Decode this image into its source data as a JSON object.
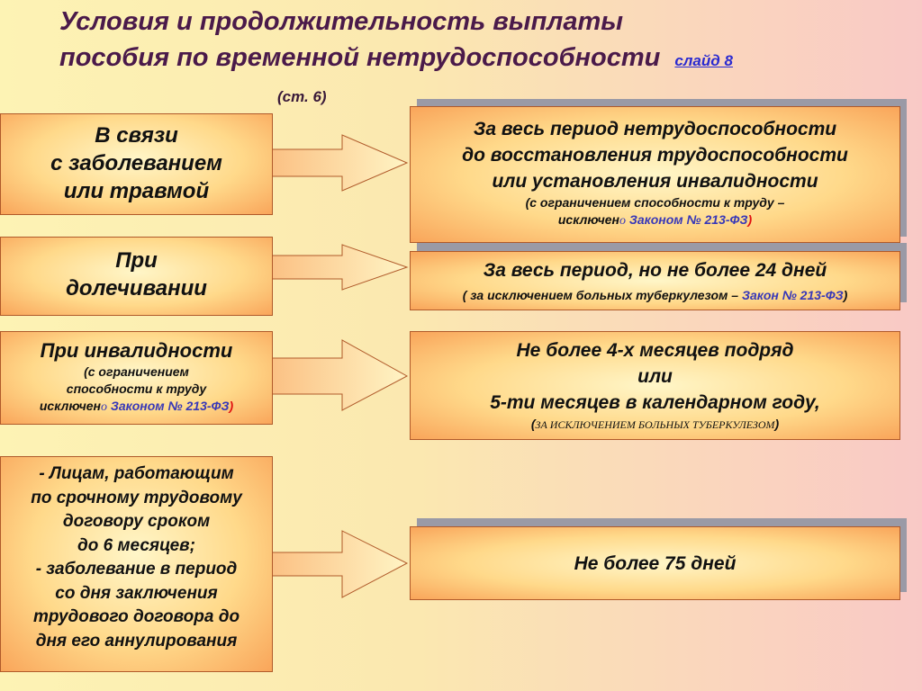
{
  "title": {
    "line1": "Условия и продолжительность  выплаты",
    "line2": "пособия по временной  нетрудоспособности",
    "slide_link": "слайд  8"
  },
  "article": "(ст. 6)",
  "rows": [
    {
      "left": [
        "В связи",
        "с заболеванием",
        "или травмой"
      ],
      "right": {
        "lines": [
          "За весь период нетрудоспособности",
          "до  восстановления трудоспособности",
          "или установления инвалидности"
        ],
        "note1": "(с ограничением  способности к труду –",
        "note2_a": "исключен",
        "note2_o": "о",
        "note2_law": " Законом № 213-ФЗ",
        "note2_close": ")"
      }
    },
    {
      "left": [
        "При",
        "долечивании"
      ],
      "right": {
        "line": "За весь период, но не более 24  дней",
        "note_a": "( за исключением  больных туберкулезом – ",
        "note_law": "Закон № 213-ФЗ",
        "note_close": ")"
      }
    },
    {
      "left": {
        "line": "При инвалидности",
        "note1": "(с ограничением",
        "note2": "способности к труду",
        "note3_a": "исключен",
        "note3_o": "о",
        "note3_law": "   Законом № 213-ФЗ",
        "note3_close": ")"
      },
      "right": {
        "lines": [
          "Не  более 4-х месяцев подряд",
          "или",
          "5-ти месяцев в  календарном году,"
        ],
        "note_open": "(",
        "note_caps": "за исключением  больных туберкулезом",
        "note_close": ")"
      }
    },
    {
      "left": [
        "- Лицам, работающим",
        "по срочному трудовому",
        "договору сроком",
        "до 6 месяцев;",
        "- заболевание в период",
        "со дня заключения",
        "трудового договора до",
        "дня его аннулирования"
      ],
      "right": {
        "line": "Не более 75  дней"
      }
    }
  ],
  "colors": {
    "title": "#4a1a4a",
    "law": "#3838b8",
    "red": "#e01010",
    "border": "#b05a2a"
  }
}
